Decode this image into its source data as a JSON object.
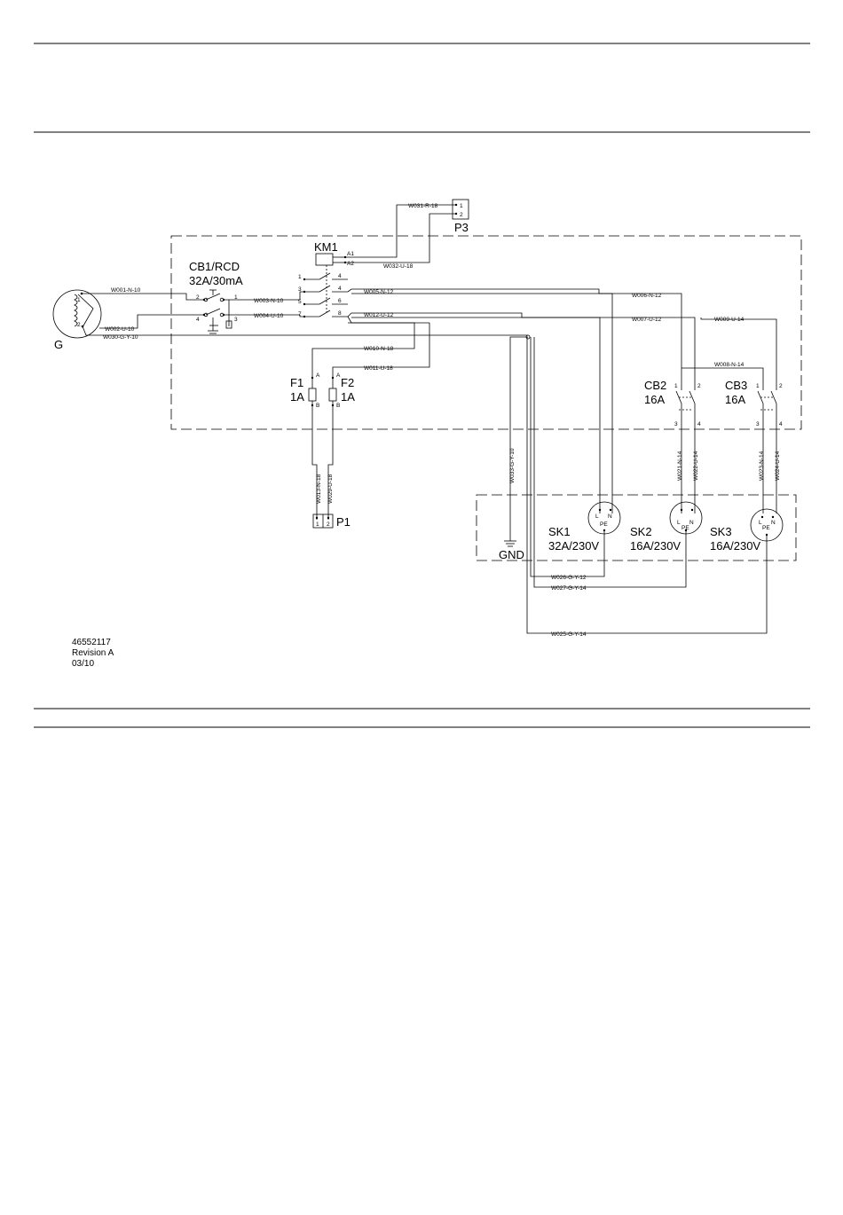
{
  "components": {
    "generator": "G",
    "breaker_main": {
      "name": "CB1/RCD",
      "rating": "32A/30mA"
    },
    "contactor": {
      "name": "KM1",
      "coil_pins": [
        "A1",
        "A2"
      ]
    },
    "fuse1": {
      "name": "F1",
      "rating": "1A"
    },
    "fuse2": {
      "name": "F2",
      "rating": "1A"
    },
    "breaker2": {
      "name": "CB2",
      "rating": "16A"
    },
    "breaker3": {
      "name": "CB3",
      "rating": "16A"
    },
    "connector_p1": "P1",
    "connector_p3": "P3",
    "socket1": {
      "name": "SK1",
      "rating": "32A/230V"
    },
    "socket2": {
      "name": "SK2",
      "rating": "16A/230V"
    },
    "socket3": {
      "name": "SK3",
      "rating": "16A/230V"
    },
    "ground": "GND"
  },
  "socket_pins": {
    "l": "L",
    "n": "N",
    "pe": "PE"
  },
  "fuse_pins": {
    "a": "A",
    "b": "B"
  },
  "wires": {
    "w001": "W001-N-10",
    "w002": "W002-U-10",
    "w030": "W030-G-Y-10",
    "w003": "W003-N-10",
    "w004": "W004-U-10",
    "w005": "W005-N-12",
    "w012": "W012-U-12",
    "w010": "W010-N-18",
    "w011": "W011-U-18",
    "w031": "W031-R-18",
    "w032": "W032-U-18",
    "w006": "W006-N-12",
    "w007": "W007-U-12",
    "w009": "W009-U-14",
    "w008": "W008-N-14",
    "w013": "W013-N-18",
    "w029": "W029-U-18",
    "w033": "W033-G-Y-10",
    "w021": "W021-N-14",
    "w022": "W022-U-14",
    "w023": "W023-N-14",
    "w024": "W024-U-14",
    "w026": "W026-G-Y-12",
    "w027": "W027-G-Y-14",
    "w025": "W025-G-Y-14"
  },
  "document": {
    "part_number": "46552117",
    "revision": "Revision A",
    "date": "03/10"
  }
}
